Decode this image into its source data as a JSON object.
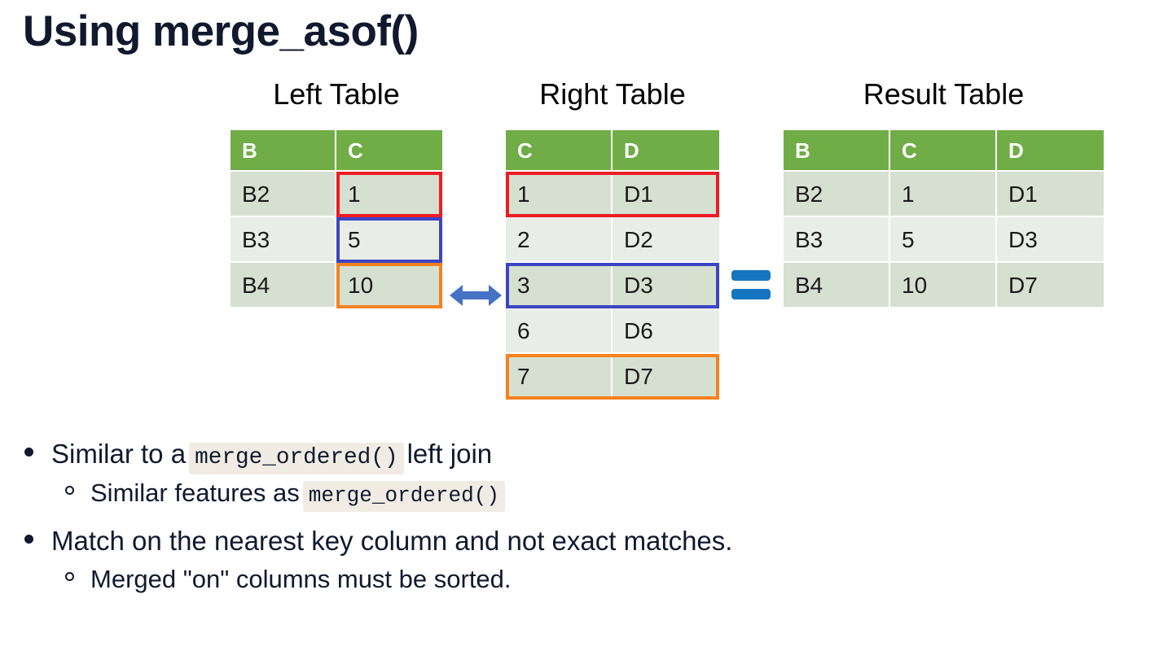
{
  "slide": {
    "title": "Using merge_asof()"
  },
  "diagram": {
    "tables": [
      {
        "caption": "Left Table",
        "columns": [
          "B",
          "C"
        ],
        "rows": [
          [
            "B2",
            "1"
          ],
          [
            "B3",
            "5"
          ],
          [
            "B4",
            "10"
          ]
        ],
        "highlights": [
          {
            "color": "red",
            "hex": "#ed1c24",
            "row": 0,
            "col_start": 1,
            "col_end": 1
          },
          {
            "color": "blue",
            "hex": "#3b45c4",
            "row": 1,
            "col_start": 1,
            "col_end": 1
          },
          {
            "color": "orange",
            "hex": "#f5821f",
            "row": 2,
            "col_start": 1,
            "col_end": 1
          }
        ]
      },
      {
        "caption": "Right Table",
        "columns": [
          "C",
          "D"
        ],
        "rows": [
          [
            "1",
            "D1"
          ],
          [
            "2",
            "D2"
          ],
          [
            "3",
            "D3"
          ],
          [
            "6",
            "D6"
          ],
          [
            "7",
            "D7"
          ]
        ],
        "highlights": [
          {
            "color": "red",
            "hex": "#ed1c24",
            "row": 0,
            "col_start": 0,
            "col_end": 1
          },
          {
            "color": "blue",
            "hex": "#3b45c4",
            "row": 2,
            "col_start": 0,
            "col_end": 1
          },
          {
            "color": "orange",
            "hex": "#f5821f",
            "row": 4,
            "col_start": 0,
            "col_end": 1
          }
        ]
      },
      {
        "caption": "Result Table",
        "columns": [
          "B",
          "C",
          "D"
        ],
        "rows": [
          [
            "B2",
            "1",
            "D1"
          ],
          [
            "B3",
            "5",
            "D3"
          ],
          [
            "B4",
            "10",
            "D7"
          ]
        ],
        "highlights": []
      }
    ],
    "connectors": [
      {
        "name": "double-arrow",
        "symbol": "⟷",
        "color": "#4472c4"
      },
      {
        "name": "equals-sign",
        "symbol": "=",
        "color": "#1575c0"
      }
    ],
    "colors": {
      "header_green": "#70ad47",
      "row_shaded": "#d6e0d0",
      "row_plain": "#e9ede8",
      "header_text": "#ffffff"
    }
  },
  "bullets": [
    {
      "level1": {
        "pre": "Similar to a",
        "code": "merge_ordered()",
        "post": "left join"
      },
      "level2": {
        "pre": "Similar features as",
        "code": "merge_ordered()",
        "post": ""
      }
    },
    {
      "level1": {
        "pre": "Match on the nearest key column and not exact matches.",
        "code": "",
        "post": ""
      },
      "level2": {
        "pre": "Merged \"on\" columns must be sorted.",
        "code": "",
        "post": ""
      }
    }
  ]
}
